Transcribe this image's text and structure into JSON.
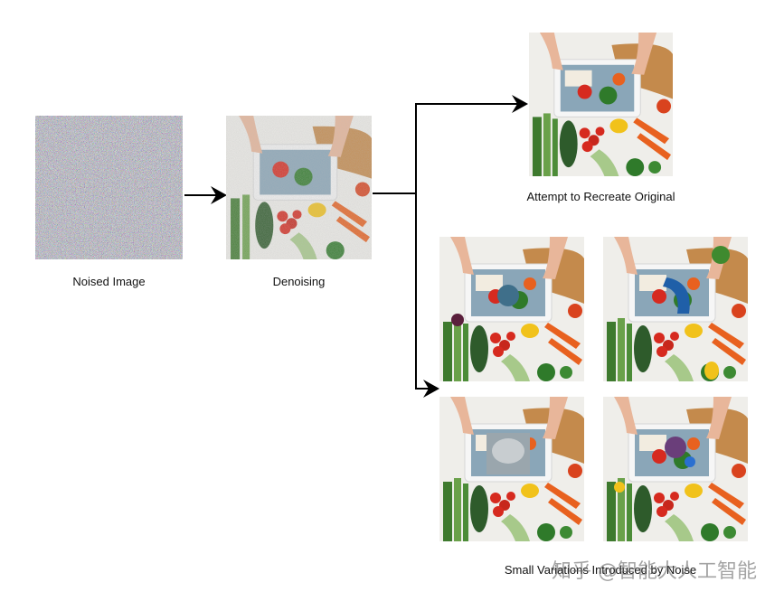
{
  "labels": {
    "noised": "Noised Image",
    "denoising": "Denoising",
    "recreate": "Attempt to Recreate Original",
    "variations": "Small Variations Introduced by Noise"
  },
  "watermark": "知乎 @智能大人工智能",
  "colors": {
    "arrow": "#000000",
    "table": "#efeeea",
    "wood": "#c48a4c",
    "tablet": "#f4f4f4",
    "screen": "#8aa6b8",
    "skin": "#e8b69a",
    "tomato": "#d62a1f",
    "carrot": "#e8611f",
    "leaf": "#2f7a2a",
    "cucumber": "#2e5b2b",
    "pepper_yellow": "#f1c21b"
  }
}
